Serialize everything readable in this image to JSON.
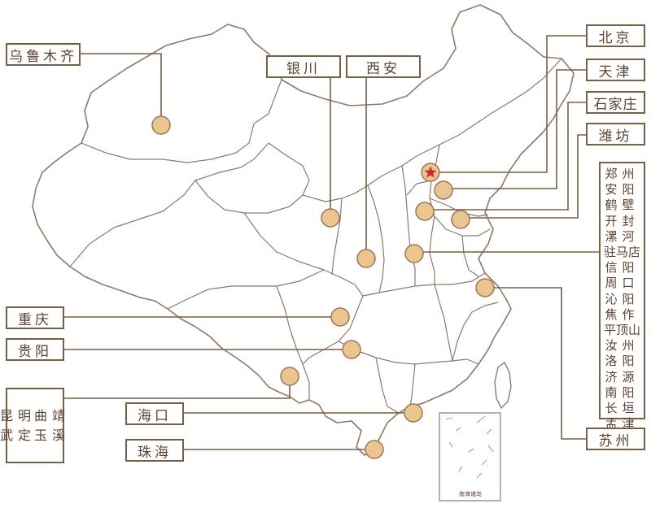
{
  "map": {
    "inset_caption": "南海诸岛",
    "colors": {
      "border": "#7b5f43",
      "province_line": "#8c7a69",
      "marker_fill": "#ebc58d",
      "marker_stroke": "#9b7654",
      "capital_star": "#d12a2a",
      "text": "#5b4331"
    }
  },
  "labels": {
    "urumqi": "乌鲁木齐",
    "yinchuan": "银川",
    "xian": "西安",
    "beijing": "北京",
    "tianjin": "天津",
    "shijiazhuang": "石家庄",
    "weifang": "潍坊",
    "chongqing": "重庆",
    "guiyang": "贵阳",
    "haikou": "海口",
    "zhuhai": "珠海",
    "suzhou": "苏州",
    "yunnan_cities": [
      "昆明",
      "曲靖",
      "武定",
      "玉溪"
    ],
    "henan_cities": [
      "郑州",
      "安阳",
      "鹤壁",
      "开封",
      "漯河",
      "驻马店",
      "信阳",
      "周口",
      "沁阳",
      "焦作",
      "平顶山",
      "汝州",
      "洛阳",
      "济源",
      "南阳",
      "长垣",
      "孟津"
    ]
  }
}
